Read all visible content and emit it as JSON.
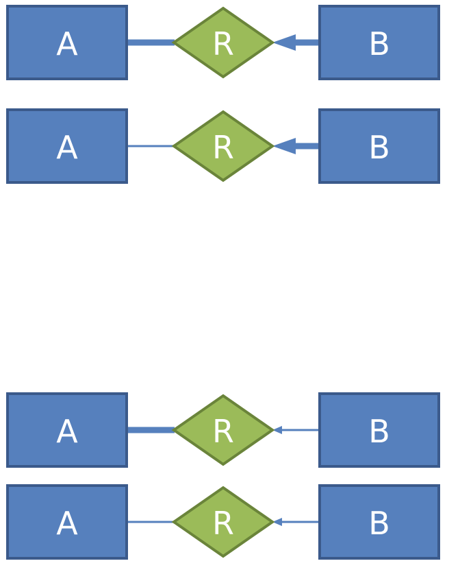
{
  "diagram": {
    "rows": [
      {
        "entity_a": "A",
        "relationship": "R",
        "entity_b": "B",
        "a_line": "thick",
        "b_arrow": "thick"
      },
      {
        "entity_a": "A",
        "relationship": "R",
        "entity_b": "B",
        "a_line": "thin",
        "b_arrow": "thick"
      },
      {
        "entity_a": "A",
        "relationship": "R",
        "entity_b": "B",
        "a_line": "thick",
        "b_arrow": "thin"
      },
      {
        "entity_a": "A",
        "relationship": "R",
        "entity_b": "B",
        "a_line": "thin",
        "b_arrow": "thin"
      }
    ],
    "colors": {
      "entity_fill": "#5680bd",
      "entity_stroke": "#3b5a8b",
      "relationship_fill": "#9bbb59",
      "relationship_stroke": "#6a843a",
      "connector": "#5680bd"
    }
  }
}
